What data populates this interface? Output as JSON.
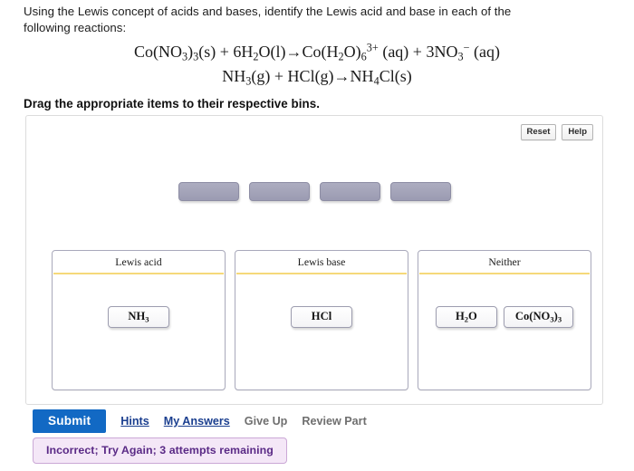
{
  "question": {
    "prompt_line1": "Using the Lewis concept of acids and bases, identify the Lewis acid and base in each of the",
    "prompt_line2": "following reactions:",
    "equations": [
      {
        "id": "equation-1",
        "plain": "Co(NO3)3(s) + 6H2O(l)→Co(H2O)6 3+ (aq) + 3NO3 − (aq)"
      },
      {
        "id": "equation-2",
        "plain": "NH3(g) + HCl(g)→NH4Cl(s)"
      }
    ],
    "instruction": "Drag the appropriate items to their respective bins."
  },
  "panel": {
    "tools": [
      {
        "name": "reset",
        "label": "Reset"
      },
      {
        "name": "help",
        "label": "Help"
      }
    ],
    "unplaced_tiles": [
      {
        "id": "tile-1",
        "label": ""
      },
      {
        "id": "tile-2",
        "label": ""
      },
      {
        "id": "tile-3",
        "label": ""
      },
      {
        "id": "tile-4",
        "label": ""
      }
    ],
    "bins": [
      {
        "id": "bin-lewis-acid",
        "title": "Lewis acid",
        "items": [
          {
            "id": "chip-nh3",
            "formula": "NH3"
          }
        ]
      },
      {
        "id": "bin-lewis-base",
        "title": "Lewis base",
        "items": [
          {
            "id": "chip-hcl",
            "formula": "HCl"
          }
        ]
      },
      {
        "id": "bin-neither",
        "title": "Neither",
        "items": [
          {
            "id": "chip-h2o",
            "formula": "H2O"
          },
          {
            "id": "chip-cono33",
            "formula": "Co(NO3)3"
          }
        ]
      }
    ]
  },
  "actions": {
    "submit_label": "Submit",
    "links": [
      {
        "name": "hints",
        "label": "Hints",
        "enabled": true
      },
      {
        "name": "my-answers",
        "label": "My Answers",
        "enabled": true
      },
      {
        "name": "give-up",
        "label": "Give Up",
        "enabled": false
      },
      {
        "name": "review-part",
        "label": "Review Part",
        "enabled": false
      }
    ]
  },
  "feedback": {
    "message": "Incorrect; Try Again; 3 attempts remaining",
    "background_color": "#f4e7f7",
    "border_color": "#cba8d6",
    "text_color": "#5a2a86"
  },
  "colors": {
    "submit_blue": "#1269c4",
    "link_blue": "#1b3f8f",
    "bin_rule_gold": "#f5d97a",
    "tile_gray": "#a3a3b8",
    "panel_border": "#dcdcdc"
  }
}
